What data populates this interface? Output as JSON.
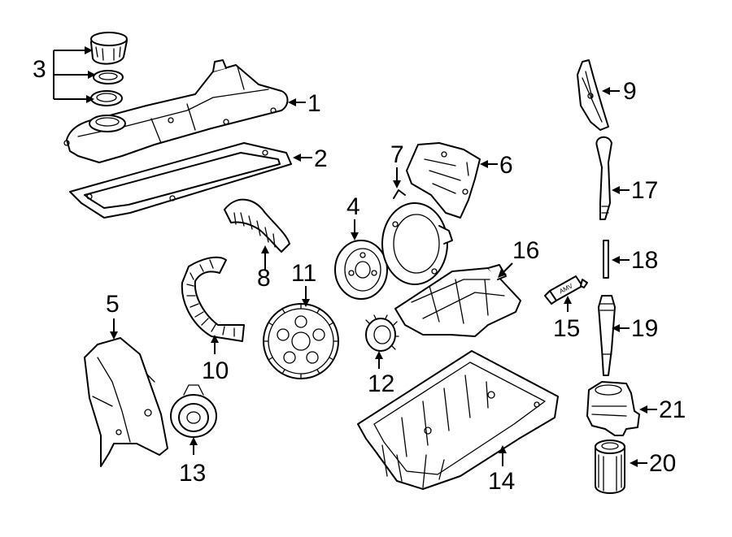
{
  "callouts": {
    "c1": "1",
    "c2": "2",
    "c3": "3",
    "c4": "4",
    "c5": "5",
    "c6": "6",
    "c7": "7",
    "c8": "8",
    "c9": "9",
    "c10": "10",
    "c11": "11",
    "c12": "12",
    "c13": "13",
    "c14": "14",
    "c15": "15",
    "c16": "16",
    "c17": "17",
    "c18": "18",
    "c19": "19",
    "c20": "20",
    "c21": "21"
  },
  "tube_label": "AMV"
}
